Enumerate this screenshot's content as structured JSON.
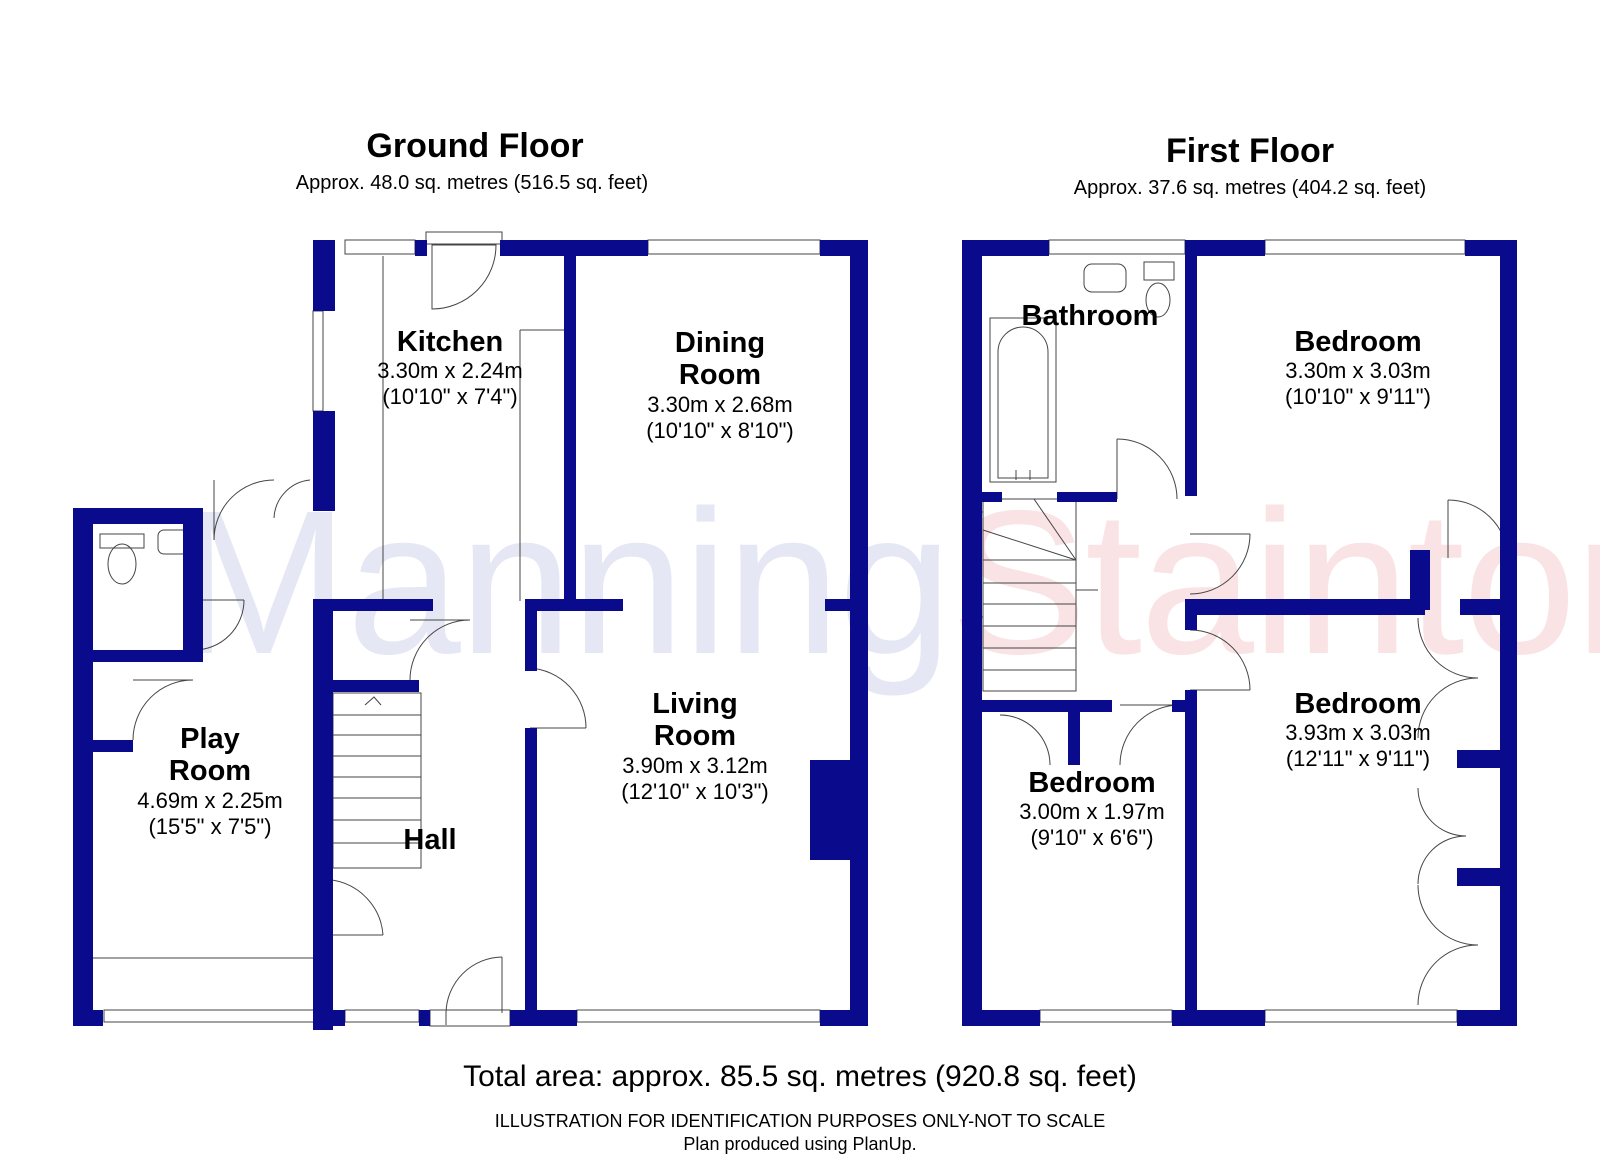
{
  "ground_floor": {
    "title": "Ground Floor",
    "area": "Approx. 48.0 sq. metres (516.5 sq. feet)",
    "rooms": {
      "kitchen": {
        "name": "Kitchen",
        "metric": "3.30m x 2.24m",
        "imperial": "(10'10\" x 7'4\")"
      },
      "dining": {
        "name": "Dining\nRoom",
        "metric": "3.30m x 2.68m",
        "imperial": "(10'10\" x 8'10\")"
      },
      "living": {
        "name": "Living\nRoom",
        "metric": "3.90m x 3.12m",
        "imperial": "(12'10\" x 10'3\")"
      },
      "play": {
        "name": "Play\nRoom",
        "metric": "4.69m x 2.25m",
        "imperial": "(15'5\" x 7'5\")"
      },
      "hall": {
        "name": "Hall"
      }
    }
  },
  "first_floor": {
    "title": "First Floor",
    "area": "Approx. 37.6 sq. metres (404.2 sq. feet)",
    "rooms": {
      "bathroom": {
        "name": "Bathroom"
      },
      "bedroom1": {
        "name": "Bedroom",
        "metric": "3.30m x 3.03m",
        "imperial": "(10'10\" x 9'11\")"
      },
      "bedroom2": {
        "name": "Bedroom",
        "metric": "3.93m x 3.03m",
        "imperial": "(12'11\" x 9'11\")"
      },
      "bedroom3": {
        "name": "Bedroom",
        "metric": "3.00m x 1.97m",
        "imperial": "(9'10\" x 6'6\")"
      }
    }
  },
  "footer": {
    "total_area": "Total area: approx. 85.5 sq. metres (920.8 sq. feet)",
    "disclaimer": "ILLUSTRATION FOR IDENTIFICATION PURPOSES ONLY-NOT TO SCALE",
    "produced_by": "Plan produced using PlanUp."
  },
  "watermark": {
    "part1": "Manning",
    "part2": "Stainton"
  },
  "colors": {
    "wall": "#0a0a8c",
    "watermark_blue": "#3c46aa",
    "watermark_red": "#dc2832"
  }
}
